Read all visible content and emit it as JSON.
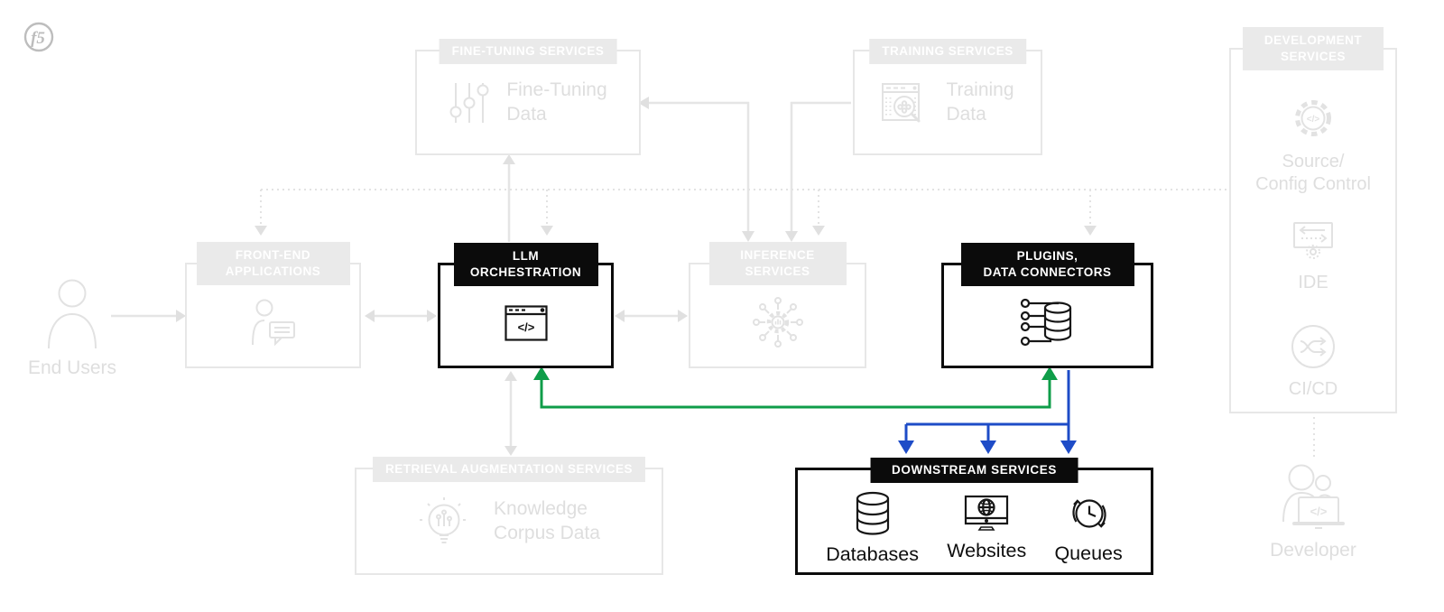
{
  "logo": {
    "text": "f5"
  },
  "colors": {
    "accent_green": "#0f9d49",
    "accent_blue": "#1e4cc7",
    "active_black": "#0b0b0b",
    "faded_line": "#e7e7e7",
    "faded_fill": "#eaeaea",
    "faded_icon": "#e2e2e2",
    "faded_text": "#dedede"
  },
  "nodes": {
    "fine_tuning": {
      "header": "FINE-TUNING SERVICES",
      "label_lines": [
        "Fine-Tuning",
        "Data"
      ],
      "icon": "sliders-icon",
      "state": "faded"
    },
    "training": {
      "header": "TRAINING SERVICES",
      "label_lines": [
        "Training",
        "Data"
      ],
      "icon": "data-table-magnifier-icon",
      "state": "faded"
    },
    "development": {
      "header_lines": [
        "DEVELOPMENT",
        "SERVICES"
      ],
      "state": "faded",
      "items": [
        {
          "label_lines": [
            "Source/",
            "Config Control"
          ],
          "icon": "gear-code-icon"
        },
        {
          "label_lines": [
            "IDE"
          ],
          "icon": "ide-monitor-icon"
        },
        {
          "label_lines": [
            "CI/CD"
          ],
          "icon": "cicd-cycle-icon"
        }
      ]
    },
    "developer": {
      "label": "Developer",
      "icon": "developer-person-icon",
      "state": "faded"
    },
    "end_users": {
      "label": "End Users",
      "icon": "person-icon",
      "state": "faded"
    },
    "front_end": {
      "header_lines": [
        "FRONT-END",
        "APPLICATIONS"
      ],
      "icon": "user-chat-icon",
      "state": "faded"
    },
    "llm_orchestration": {
      "header_lines": [
        "LLM",
        "ORCHESTRATION"
      ],
      "icon": "code-window-icon",
      "state": "active"
    },
    "inference": {
      "header_lines": [
        "INFERENCE",
        "SERVICES"
      ],
      "icon": "ai-gear-icon",
      "state": "faded"
    },
    "plugins": {
      "header_lines": [
        "PLUGINS,",
        "DATA CONNECTORS"
      ],
      "icon": "data-connector-icon",
      "state": "active"
    },
    "retrieval": {
      "header": "RETRIEVAL AUGMENTATION SERVICES",
      "label_lines": [
        "Knowledge",
        "Corpus Data"
      ],
      "icon": "bulb-insights-icon",
      "state": "faded"
    },
    "downstream": {
      "header": "DOWNSTREAM SERVICES",
      "state": "active",
      "items": [
        {
          "label": "Databases",
          "icon": "database-icon"
        },
        {
          "label": "Websites",
          "icon": "website-monitor-icon"
        },
        {
          "label": "Queues",
          "icon": "queue-clock-icon"
        }
      ]
    }
  }
}
